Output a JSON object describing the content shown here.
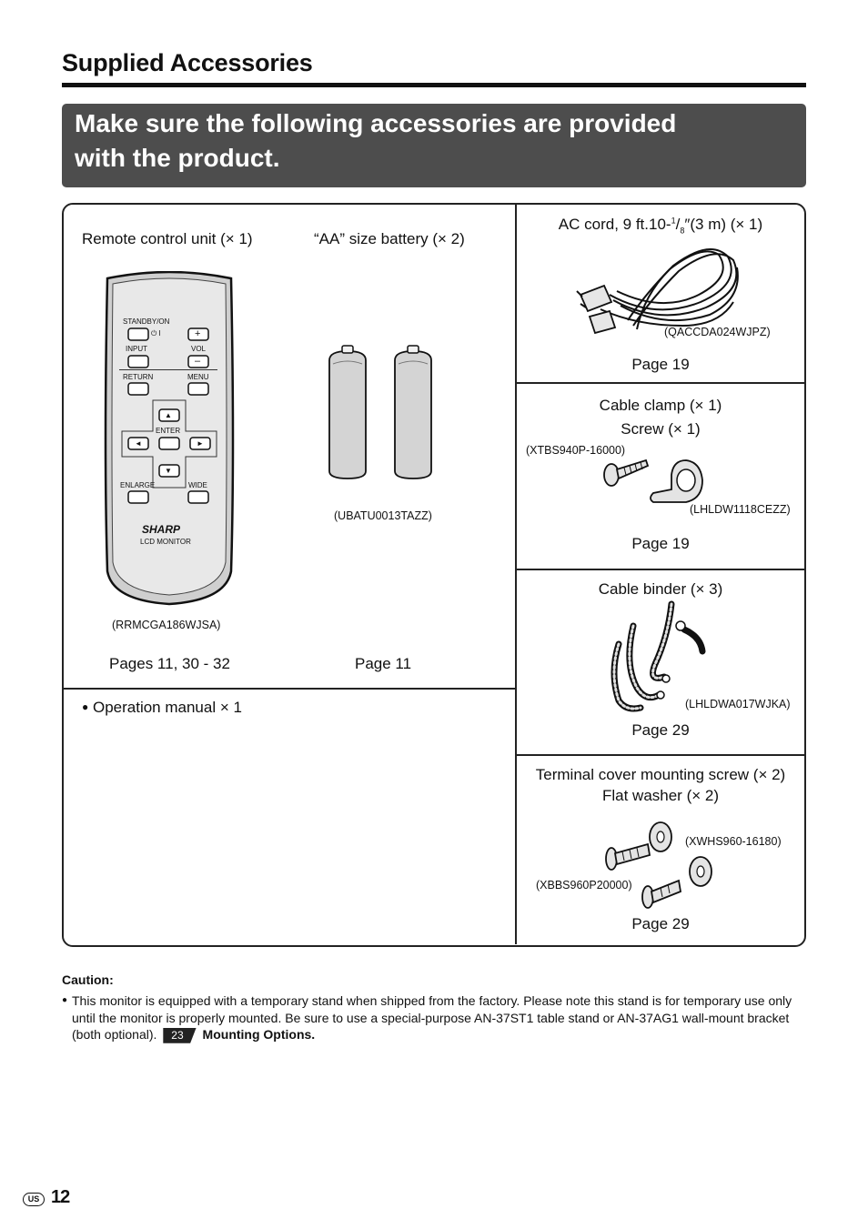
{
  "section_title": "Supplied Accessories",
  "banner": {
    "line1": "Make sure the following accessories are provided",
    "line2": "with the product."
  },
  "remote": {
    "label": "Remote control unit (× 1)",
    "code": "(RRMCGA186WJSA)",
    "page": "Pages 11, 30 - 32",
    "keys": {
      "standby": "STANDBY/ON",
      "power_symbol": "⏻ I",
      "input": "INPUT",
      "vol": "VOL",
      "return": "RETURN",
      "menu": "MENU",
      "enter": "ENTER",
      "enlarge": "ENLARGE",
      "wide": "WIDE",
      "plus": "+",
      "minus": "–",
      "up": "▲",
      "down": "▼",
      "left": "◄",
      "right": "►"
    },
    "brand": "SHARP",
    "model": "LCD MONITOR"
  },
  "battery": {
    "label": "“AA” size battery (× 2)",
    "code": "(UBATU0013TAZZ)",
    "page": "Page 11"
  },
  "manual": {
    "bullet": "●",
    "label": "Operation manual × 1"
  },
  "ac_cord": {
    "label_pre": "AC cord, 9 ft.10-",
    "frac_num": "1",
    "frac_den": "8",
    "label_post": "″(3 m) (× 1)",
    "code": "(QACCDA024WJPZ)",
    "page": "Page 19"
  },
  "cable_clamp": {
    "label1": "Cable clamp (× 1)",
    "label2": "Screw (× 1)",
    "code_screw": "(XTBS940P-16000)",
    "code_clamp": "(LHLDW1118CEZZ)",
    "page": "Page 19"
  },
  "cable_binder": {
    "label": "Cable binder (× 3)",
    "code": "(LHLDWA017WJKA)",
    "page": "Page 29"
  },
  "terminal": {
    "label1": "Terminal cover mounting screw (× 2)",
    "label2": "Flat washer (× 2)",
    "code_washer": "(XWHS960-16180)",
    "code_screw": "(XBBS960P20000)",
    "page": "Page 29"
  },
  "caution": {
    "heading": "Caution:",
    "bullet": "●",
    "text": "This monitor is equipped with a temporary stand when shipped from the factory. Please note this stand is for temporary use only until the monitor is properly mounted. Be sure to use a special-purpose AN-37ST1 table stand or AN-37AG1 wall-mount bracket (both optional).",
    "page_ref": "23",
    "link": "Mounting Options."
  },
  "footer": {
    "region": "US",
    "page_number": "12"
  }
}
